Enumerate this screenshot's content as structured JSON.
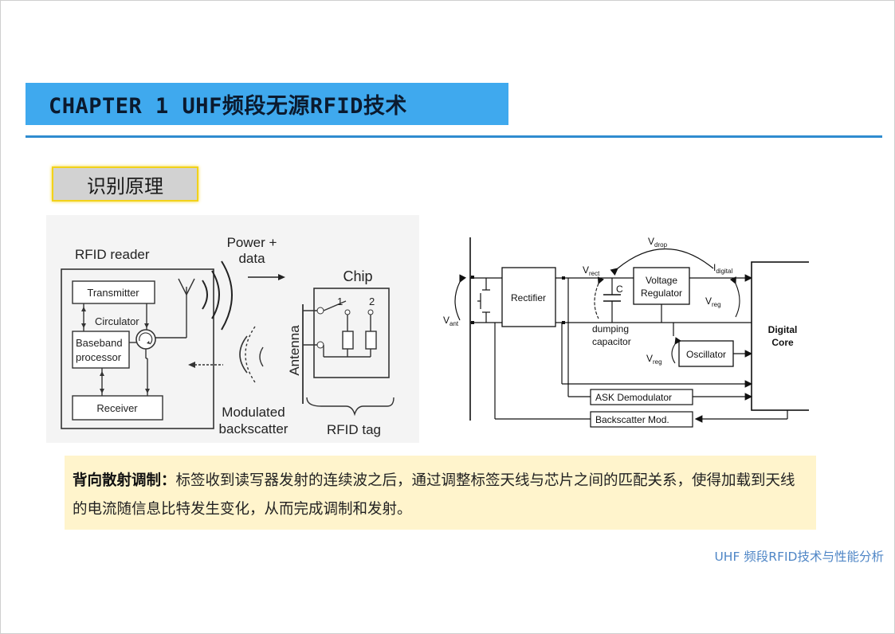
{
  "header": {
    "chapter_title": "CHAPTER 1  UHF频段无源RFID技术"
  },
  "section": {
    "badge": "识别原理"
  },
  "figure_left": {
    "reader_label": "RFID reader",
    "transmitter": "Transmitter",
    "circulator": "Circulator",
    "baseband_line1": "Baseband",
    "baseband_line2": "processor",
    "receiver": "Receiver",
    "power_line1": "Power +",
    "power_line2": "data",
    "chip": "Chip",
    "antenna": "Antenna",
    "switch_1": "1",
    "switch_2": "2",
    "modulated_line1": "Modulated",
    "modulated_line2": "backscatter",
    "tag": "RFID tag"
  },
  "figure_right": {
    "v_drop": "V",
    "v_drop_sub": "drop",
    "v_rect": "V",
    "v_rect_sub": "rect",
    "i_digital": "I",
    "i_digital_sub": "digital",
    "v_ant": "V",
    "v_ant_sub": "ant",
    "rectifier": "Rectifier",
    "cap_label": "C",
    "voltage_reg_line1": "Voltage",
    "voltage_reg_line2": "Regulator",
    "v_reg": "V",
    "v_reg_sub": "reg",
    "dumping_line1": "dumping",
    "dumping_line2": "capacitor",
    "oscillator": "Oscillator",
    "digital_core_line1": "Digital",
    "digital_core_line2": "Core",
    "ask_demod": "ASK Demodulator",
    "backscatter_mod": "Backscatter  Mod."
  },
  "note": {
    "bold": "背向散射调制：",
    "text": "标签收到读写器发射的连续波之后，通过调整标签天线与芯片之间的匹配关系，使得加载到天线的电流随信息比特发生变化，从而完成调制和发射。"
  },
  "footer": {
    "text": "UHF 频段RFID技术与性能分析"
  }
}
